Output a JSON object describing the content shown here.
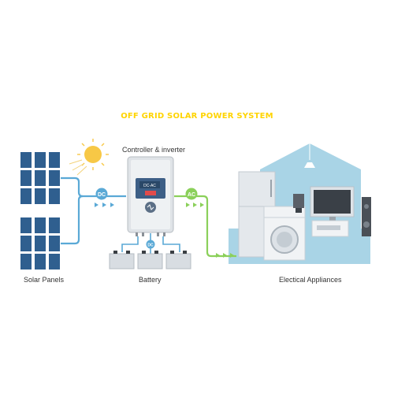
{
  "title": "OFF GRID SOLAR POWER SYSTEM",
  "labels": {
    "solar_panels": "Solar Panels",
    "controller": "Controller & inverter",
    "battery": "Battery",
    "appliances": "Electical Appliances"
  },
  "badges": {
    "dc": "DC",
    "ac": "AC",
    "display": "DC-AC"
  },
  "colors": {
    "title": "#ffd400",
    "panel": "#2f5f8f",
    "dc_line": "#5aa9d6",
    "ac_line": "#8bd05a",
    "house": "#a9d4e6",
    "sun": "#f7c846"
  },
  "icons": [
    "sun-icon",
    "solar-panel-icon",
    "inverter-icon",
    "battery-icon",
    "fridge-icon",
    "washing-machine-icon",
    "tv-icon",
    "lamp-icon",
    "speaker-icon"
  ]
}
